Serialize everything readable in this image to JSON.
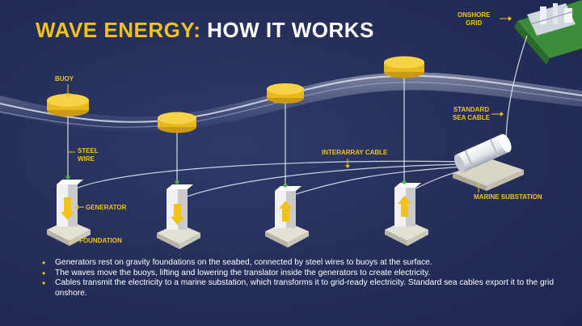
{
  "title": {
    "highlight": "WAVE ENERGY:",
    "rest": "HOW IT WORKS"
  },
  "labels": {
    "buoy": "BUOY",
    "steel_wire": "STEEL\nWIRE",
    "generator": "GENERATOR",
    "foundation": "FOUNDATION",
    "interarray_cable": "INTERARRAY CABLE",
    "onshore_grid": "ONSHORE\nGRID",
    "standard_sea_cable": "STANDARD\nSEA CABLE",
    "marine_substation": "MARINE SUBSTATION"
  },
  "bullets": [
    "Generators rest on gravity foundations on the seabed, connected by steel wires to buoys at the surface.",
    "The waves move the buoys, lifting and lowering the translator inside the generators to create electricity.",
    "Cables transmit the electricity to a marine substation, which transforms it to grid-ready electricity. Standard sea cables export it to the grid onshore."
  ],
  "colors": {
    "background": "#26305a",
    "accent": "#f2c21b",
    "text": "#ffffff",
    "buoy": "#f0c42a",
    "generator": "#e8e8e8",
    "foundation": "#d9d6c8",
    "wave": "#c9d2ea"
  }
}
